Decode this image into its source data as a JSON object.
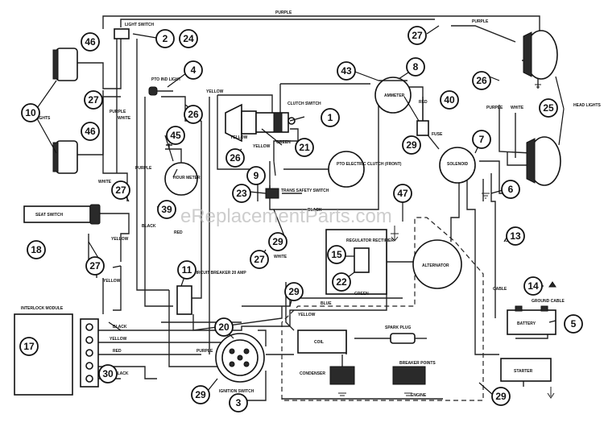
{
  "watermark": "eReplacementParts.com",
  "labels": {
    "light_switch": "LIGHT SWITCH",
    "pto_ind_light": "PTO IND LIGHT",
    "tail_lights": "TAIL LIGHTS",
    "clutch_switch": "CLUTCH SWITCH",
    "pto_clutch": "PTO ELECTRIC CLUTCH (FRONT)",
    "hour_meter": "HOUR METER",
    "trans_safety": "TRANS SAFETY SWITCH",
    "ammeter": "AMMETER",
    "fuse": "FUSE",
    "solenoid": "SOLENOID",
    "head_lights": "HEAD LIGHTS",
    "seat_switch": "SEAT SWITCH",
    "regulator": "REGULATOR RECTIFIER",
    "alternator": "ALTERNATOR",
    "circuit_breaker": "CIRCUIT BREAKER 20 AMP",
    "interlock": "INTERLOCK MODULE",
    "ignition": "IGNITION SWITCH",
    "coil": "COIL",
    "spark_plug": "SPARK PLUG",
    "condenser": "CONDENSER",
    "breaker_points": "BREAKER POINTS",
    "engine": "ENGINE",
    "battery": "BATTERY",
    "starter": "STARTER",
    "ground_cable": "GROUND CABLE",
    "cable_a": "CABLE A",
    "cable": "CABLE"
  },
  "wires": {
    "purple": "PURPLE",
    "white": "WHITE",
    "yellow": "YELLOW",
    "green": "GREEN",
    "black": "BLACK",
    "red": "RED",
    "blue": "BLUE"
  },
  "callouts": {
    "c1": "1",
    "c2": "2",
    "c3": "3",
    "c4": "4",
    "c5": "5",
    "c6": "6",
    "c7": "7",
    "c8": "8",
    "c9": "9",
    "c10": "10",
    "c11": "11",
    "c13": "13",
    "c14": "14",
    "c15": "15",
    "c17": "17",
    "c18": "18",
    "c20": "20",
    "c21": "21",
    "c22": "22",
    "c23": "23",
    "c24": "24",
    "c25": "25",
    "c26": "26",
    "c27": "27",
    "c29": "29",
    "c30": "30",
    "c39": "39",
    "c40": "40",
    "c43": "43",
    "c45": "45",
    "c46": "46",
    "c47": "47"
  }
}
